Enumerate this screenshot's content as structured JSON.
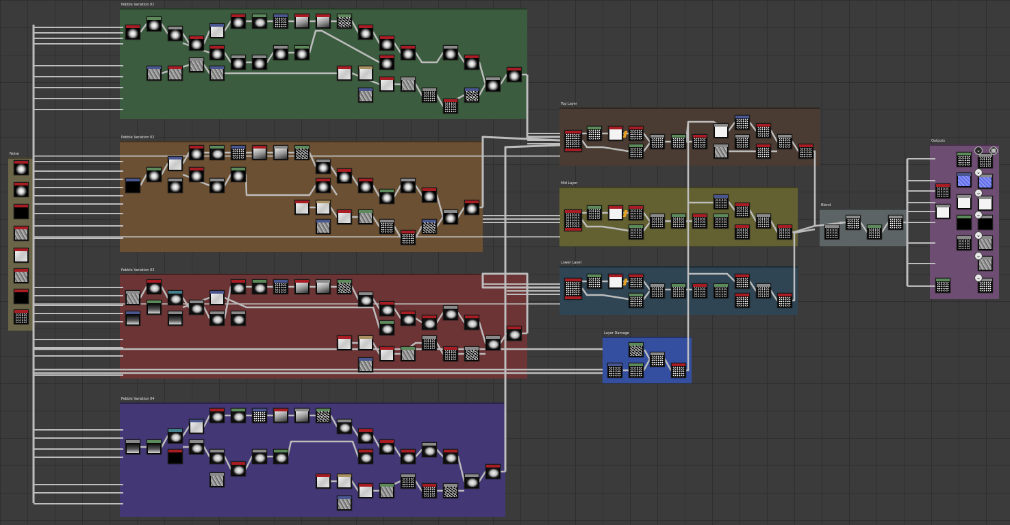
{
  "frames": [
    {
      "id": "pv1",
      "title": "Pebble Variation 01",
      "color": "#3c5c3f"
    },
    {
      "id": "pv2",
      "title": "Pebble Variation 02",
      "color": "#6c5033"
    },
    {
      "id": "pv3",
      "title": "Pebble Variation 03",
      "color": "#6c3435"
    },
    {
      "id": "pv4",
      "title": "Pebble Variation 04",
      "color": "#433875"
    },
    {
      "id": "noise",
      "title": "Noise",
      "color": "#6a6548"
    },
    {
      "id": "top",
      "title": "Top Layer",
      "color": "#4a3c32"
    },
    {
      "id": "mid",
      "title": "Mid Layer",
      "color": "#636131"
    },
    {
      "id": "lower",
      "title": "Lower Layer",
      "color": "#2f4554"
    },
    {
      "id": "damage",
      "title": "Layer Damage",
      "color": "#354fa0"
    },
    {
      "id": "blend",
      "title": "Blend",
      "color": "#5d6466"
    },
    {
      "id": "outputs",
      "title": "Outputs",
      "color": "#6e4d72"
    }
  ],
  "port_colors": {
    "red": "#a81d24",
    "green": "#5d8a5a",
    "blue": "#4a5690",
    "teal": "#44808e",
    "tan": "#a89062",
    "gray": "#8a8a8a"
  },
  "wire_color": "#bdbdbd",
  "output_icons": [
    "chevron-down-icon",
    "checkerboard-icon"
  ]
}
